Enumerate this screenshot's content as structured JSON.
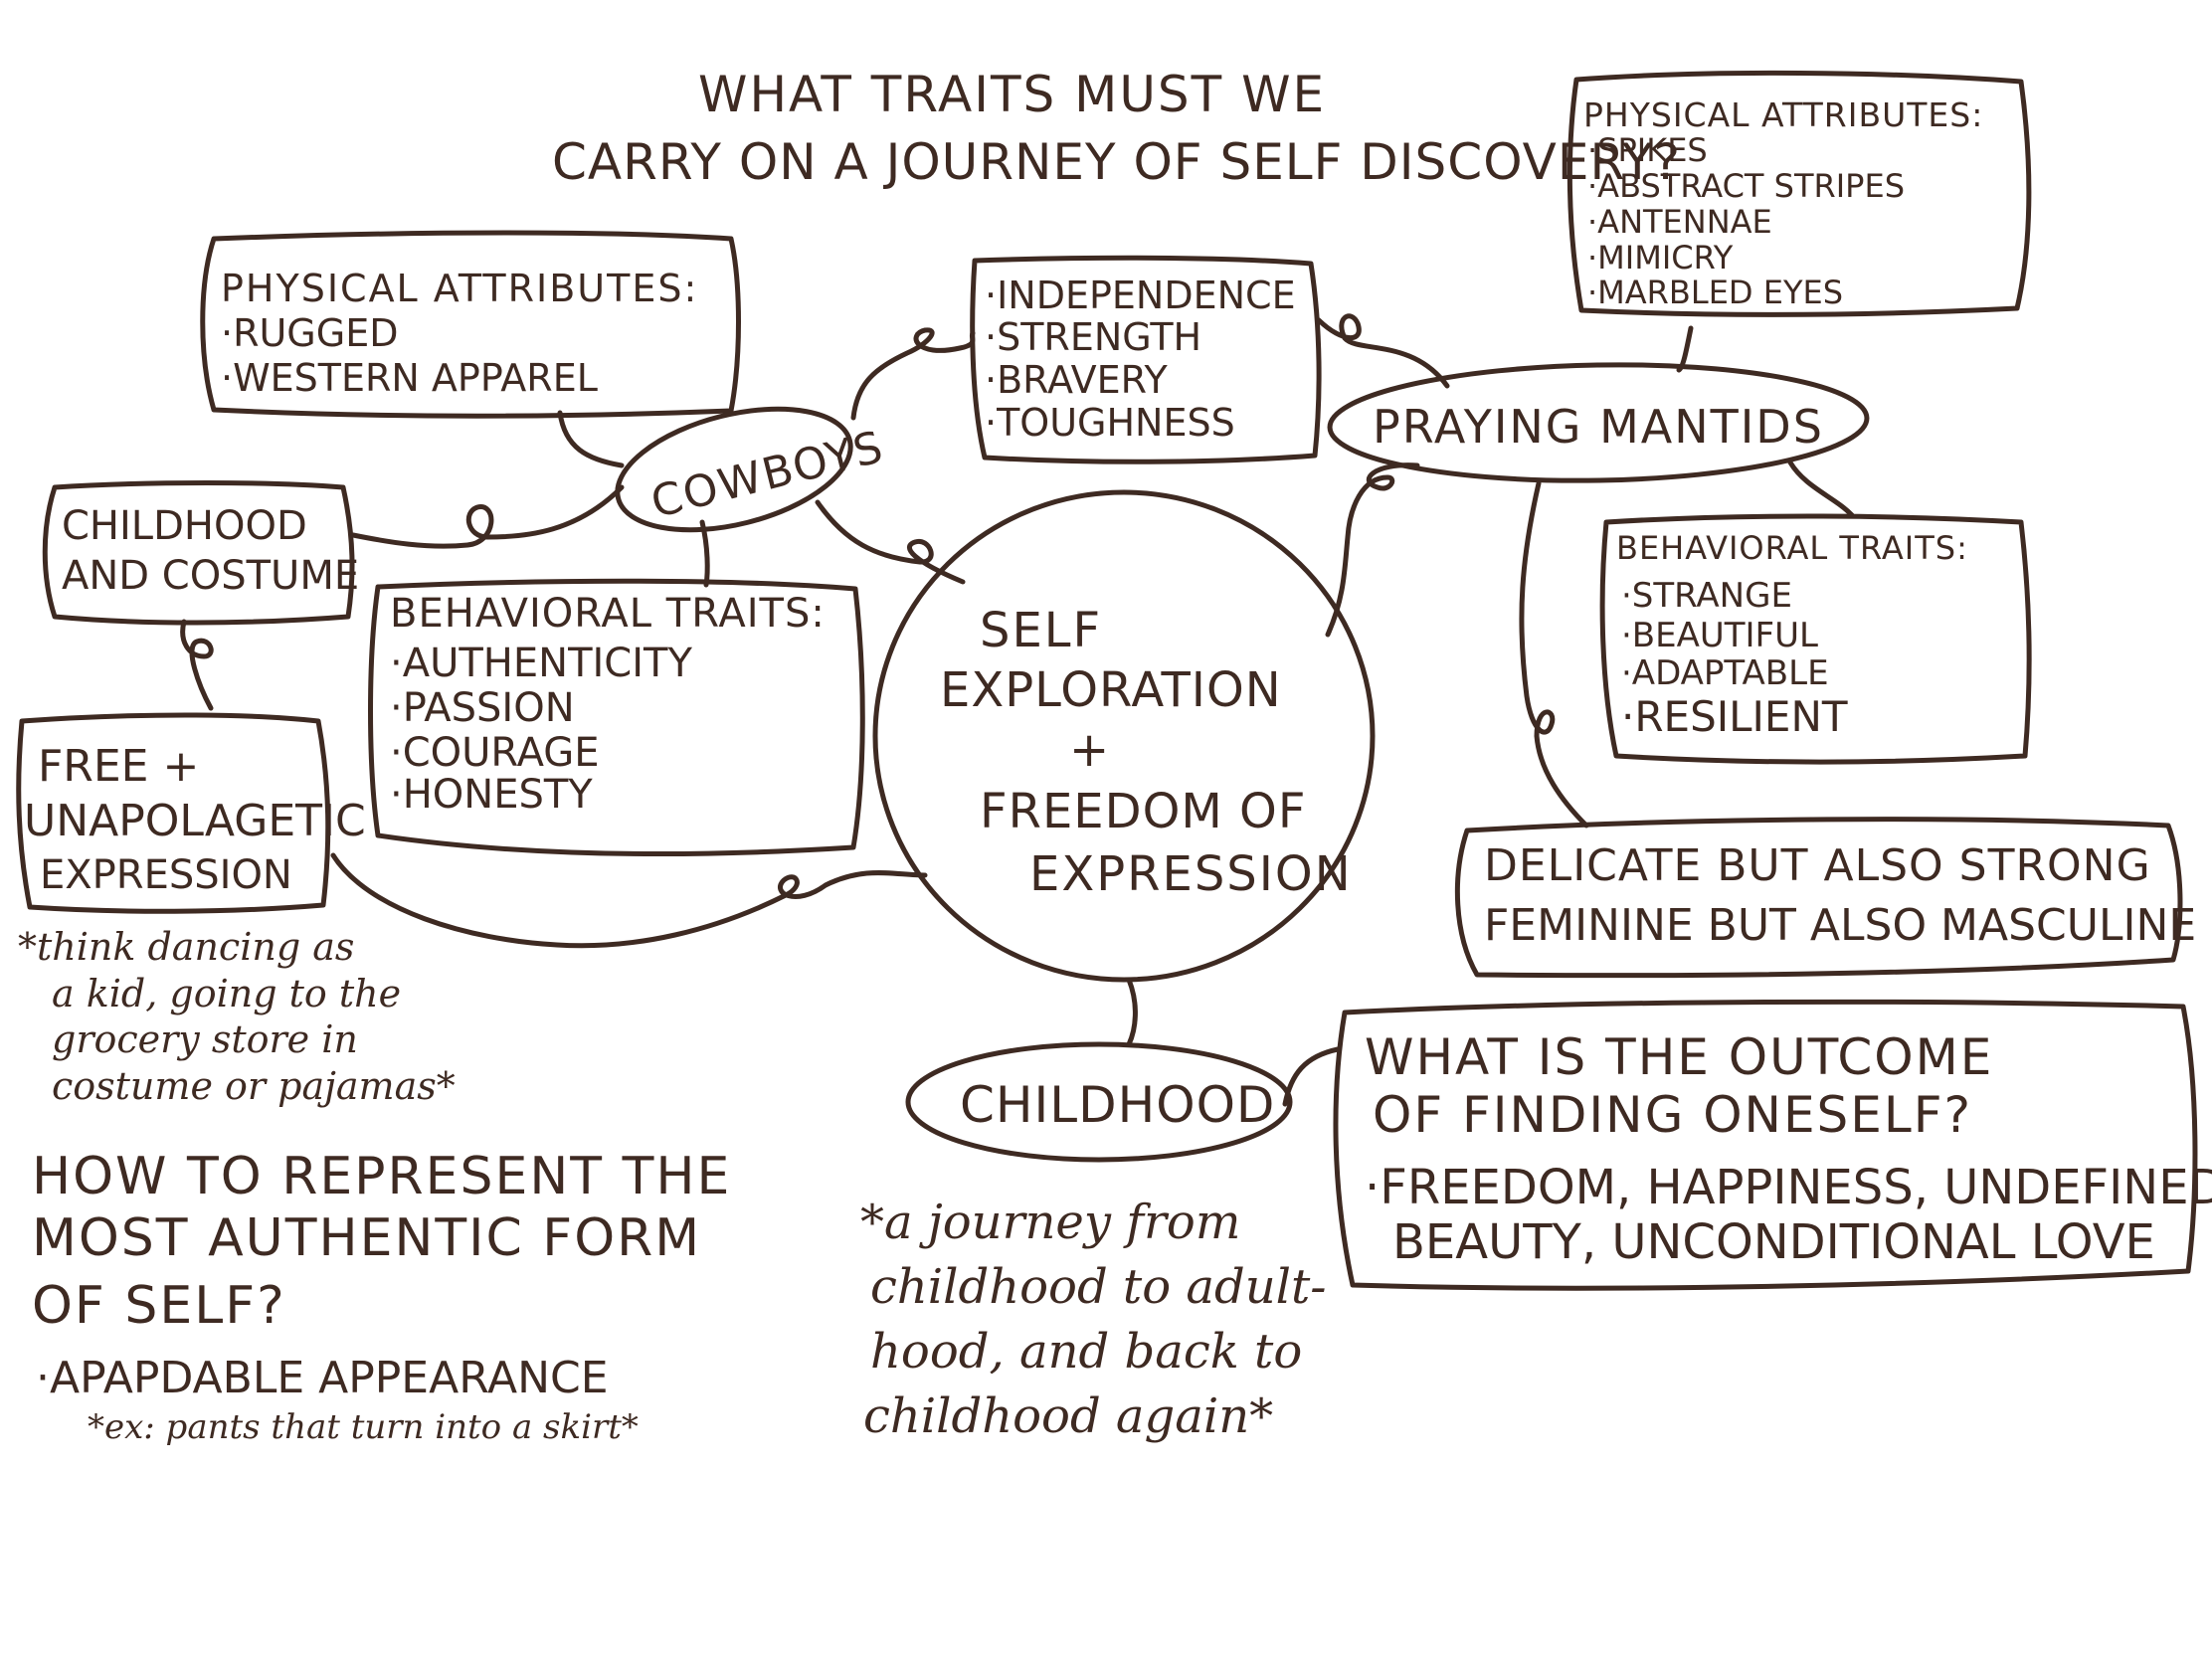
{
  "colors": {
    "ink": "#3e2a22",
    "paper": "#ffffff"
  },
  "title": [
    "WHAT TRAITS  MUST WE",
    "CARRY ON A JOURNEY OF SELF DISCOVERY?"
  ],
  "center": [
    "SELF",
    "EXPLORATION",
    "+",
    "FREEDOM OF",
    "EXPRESSION"
  ],
  "cowboys": {
    "label": "COWBOYS",
    "physical": [
      "PHYSICAL ATTRIBUTES:",
      "·RUGGED",
      "·WESTERN APPAREL"
    ],
    "behavioral": [
      "BEHAVIORAL TRAITS:",
      "·AUTHENTICITY",
      "·PASSION",
      "·COURAGE",
      "·HONESTY"
    ]
  },
  "shared_traits": [
    "·INDEPENDENCE",
    "·STRENGTH",
    "·BRAVERY",
    "·TOUGHNESS"
  ],
  "mantids": {
    "label": "PRAYING MANTIDS",
    "physical": [
      "PHYSICAL ATTRIBUTES:",
      "·SPIKES",
      "·ABSTRACT STRIPES",
      "·ANTENNAE",
      "·MIMICRY",
      "·MARBLED EYES"
    ],
    "behavioral": [
      "BEHAVIORAL TRAITS:",
      "·STRANGE",
      "·BEAUTIFUL",
      "·ADAPTABLE",
      "·RESILIENT"
    ],
    "duality": [
      "DELICATE BUT ALSO  STRONG",
      "FEMININE BUT ALSO MASCULINE"
    ]
  },
  "childhood_costume": [
    "CHILDHOOD",
    "AND COSTUME"
  ],
  "free_expression": [
    "FREE +",
    "UNAPOLAGETIC",
    "EXPRESSION"
  ],
  "free_note": [
    "*think dancing  as",
    "a kid, going to the",
    "grocery store in",
    "costume or pajamas*"
  ],
  "childhood": {
    "label": "CHILDHOOD",
    "note": [
      "*a journey from",
      "childhood to adult-",
      "hood, and back to",
      "childhood again*"
    ]
  },
  "outcome": {
    "question": [
      "WHAT IS THE  OUTCOME",
      "OF FINDING ONESELF?"
    ],
    "answer": [
      "·FREEDOM, HAPPINESS, UNDEFINED",
      "BEAUTY, UNCONDITIONAL LOVE"
    ]
  },
  "represent": {
    "question": [
      "HOW TO REPRESENT THE",
      "MOST AUTHENTIC FORM",
      "OF SELF?"
    ],
    "bullet": "·APAPDABLE APPEARANCE",
    "example": "*ex: pants that turn into a skirt*"
  }
}
